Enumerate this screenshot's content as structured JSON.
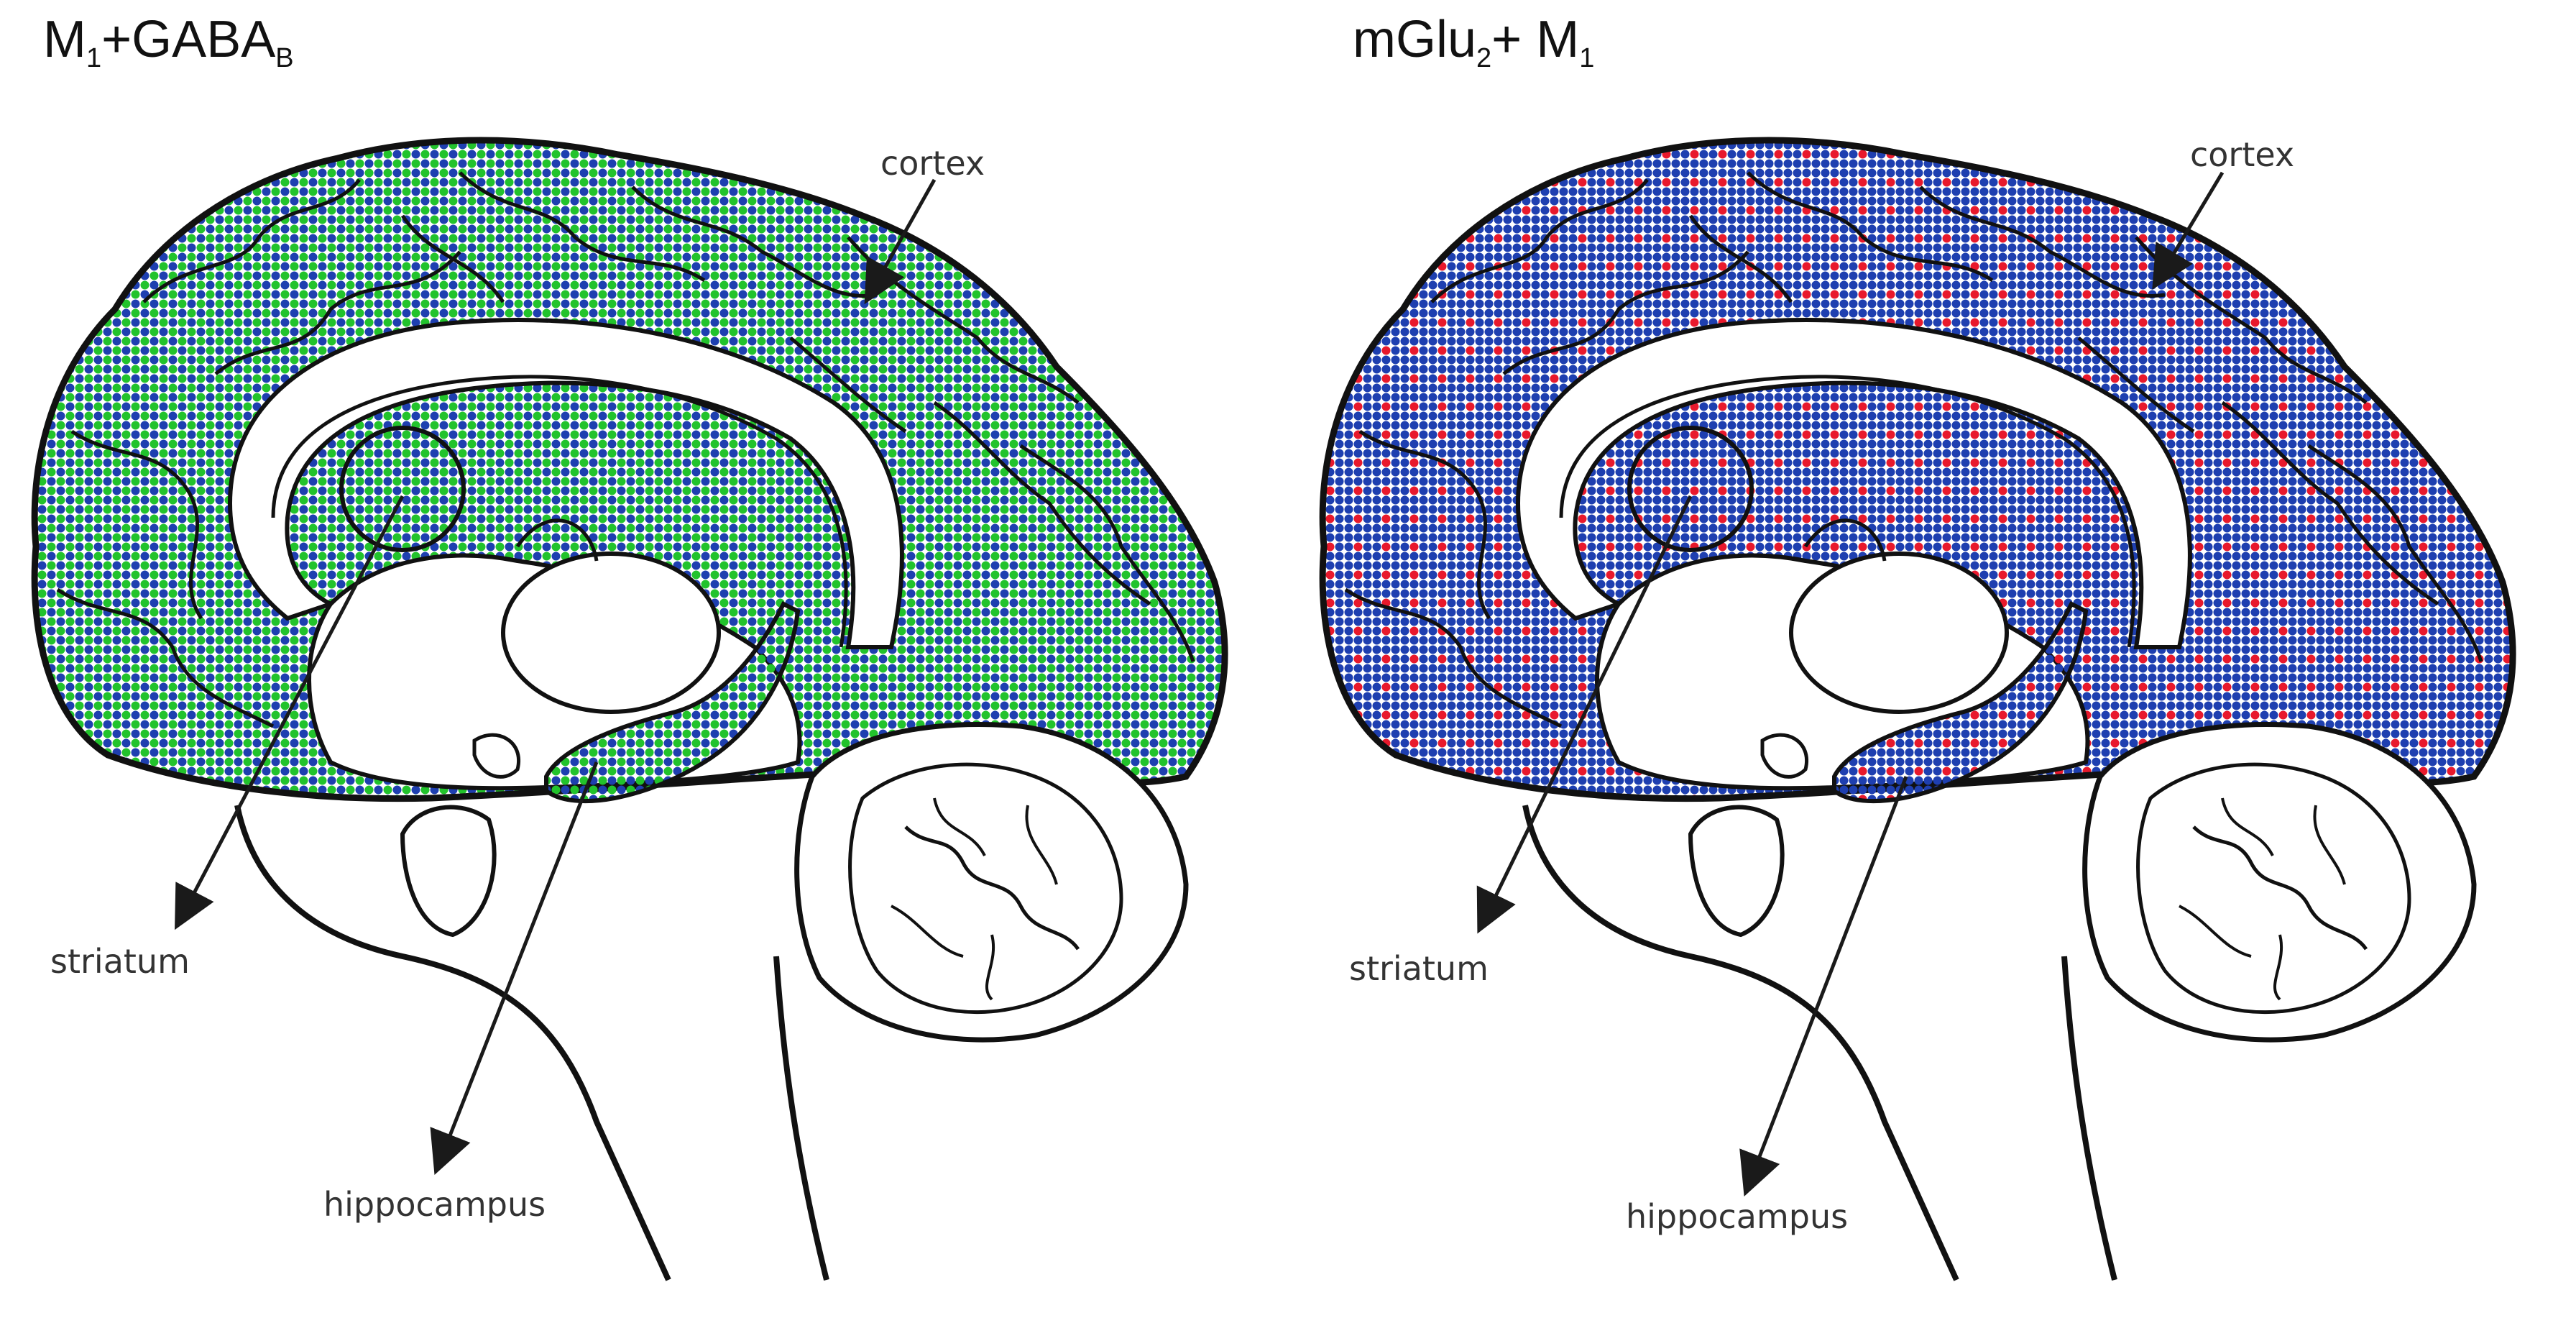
{
  "panels": [
    {
      "title_main_1": "M",
      "title_sub_1": "1",
      "title_main_2": "+GABA",
      "title_sub_2": "B",
      "dot_colors": [
        "#1e3fb0",
        "#22c32c"
      ],
      "labels": {
        "cortex": "cortex",
        "striatum": "striatum",
        "hippocampus": "hippocampus"
      }
    },
    {
      "title_main_1": "mGlu",
      "title_sub_1": "2",
      "title_main_2": "+ M",
      "title_sub_2": "1",
      "dot_colors": [
        "#1e3fb0",
        "#e8192c"
      ],
      "labels": {
        "cortex": "cortex",
        "striatum": "striatum",
        "hippocampus": "hippocampus"
      }
    }
  ],
  "colors": {
    "outline": "#111111",
    "arrow": "#1a1a1a"
  }
}
